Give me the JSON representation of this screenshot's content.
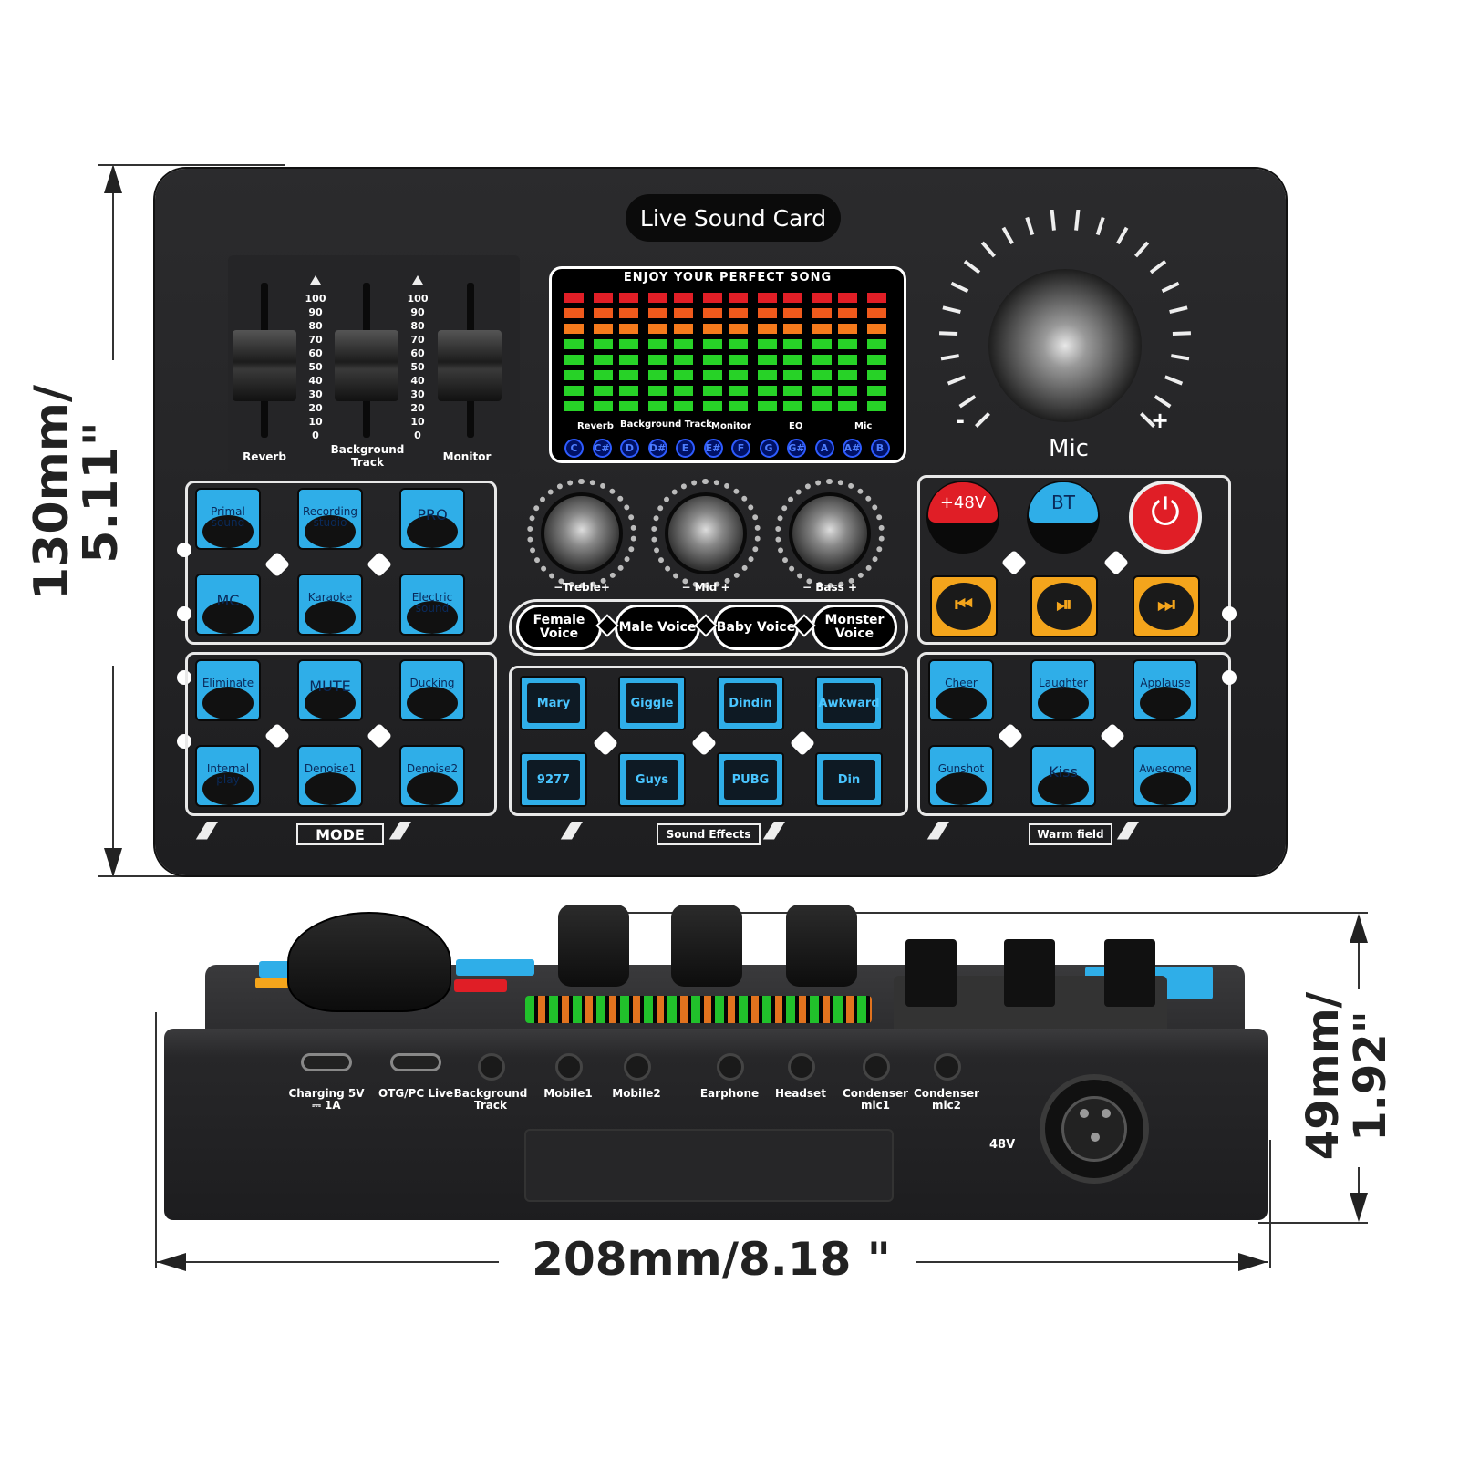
{
  "dimensions": {
    "height_mm": "130mm/",
    "height_in": "5.11\"",
    "depth_mm": "49mm/",
    "depth_in": "1.92\"",
    "width_label": "208mm/8.18 \""
  },
  "brand": "Live Sound Card",
  "faders": {
    "scale": [
      "100",
      "90",
      "80",
      "70",
      "60",
      "50",
      "40",
      "30",
      "20",
      "10",
      "0"
    ],
    "labels": [
      "Reverb",
      "Background Track",
      "Monitor"
    ]
  },
  "display": {
    "title": "ENJOY YOUR PERFECT SONG",
    "labels": [
      "Reverb",
      "Background Track",
      "Monitor",
      "EQ",
      "Mic"
    ],
    "notes": [
      "C",
      "C#",
      "D",
      "D#",
      "E",
      "E#",
      "F",
      "G",
      "G#",
      "A",
      "A#",
      "B"
    ]
  },
  "mic_knob": {
    "label": "Mic",
    "minus": "-",
    "plus": "+"
  },
  "eq_knobs": [
    "−Treble+",
    "−  Mid  +",
    "−  Bass  +"
  ],
  "voice_buttons": [
    "Female Voice",
    "Male Voice",
    "Baby Voice",
    "Monster Voice"
  ],
  "mode_buttons": [
    "Primal sound",
    "Recording studio",
    "PRO",
    "MC",
    "Karaoke",
    "Electric sound"
  ],
  "control_buttons": {
    "phantom": "+48V",
    "bt": "BT",
    "power": "⏻",
    "prev": "⏮",
    "play": "⏯",
    "next": "⏭"
  },
  "mode_lower": [
    "Eliminate",
    "MUTE",
    "Ducking",
    "Internal play",
    "Denoise1",
    "Denoise2"
  ],
  "sound_effects": [
    "Mary",
    "Giggle",
    "Dindin",
    "Awkward",
    "9277",
    "Guys",
    "PUBG",
    "Din"
  ],
  "warm_field": [
    "Cheer",
    "Laughter",
    "Applause",
    "Gunshot",
    "Kiss",
    "Awesome"
  ],
  "footer": {
    "mode": "MODE",
    "effects": "Sound Effects",
    "warm": "Warm field"
  },
  "ports": [
    {
      "label": "Charging 5V ⎓ 1A"
    },
    {
      "label": "OTG/PC Live"
    },
    {
      "label": "Background Track"
    },
    {
      "label": "Mobile1"
    },
    {
      "label": "Mobile2"
    },
    {
      "label": "Earphone"
    },
    {
      "label": "Headset"
    },
    {
      "label": "Condenser mic1"
    },
    {
      "label": "Condenser mic2"
    }
  ],
  "phantom_label": "48V",
  "colors": {
    "blue": "#2faee8",
    "yellow": "#f4a51c",
    "red": "#e01e26",
    "panel": "#222224"
  }
}
